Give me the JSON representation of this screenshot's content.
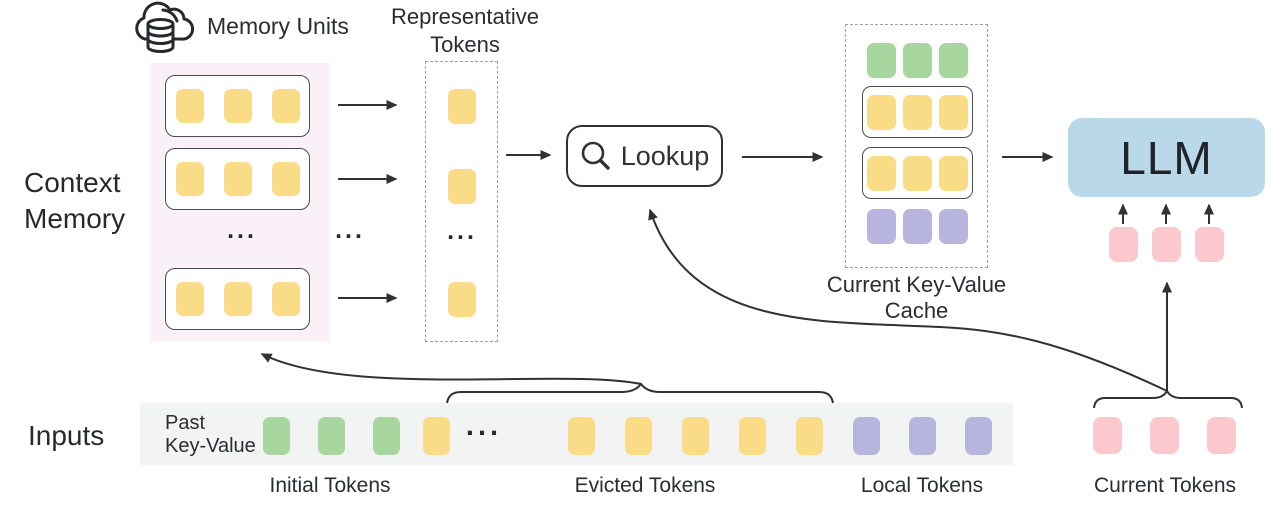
{
  "figure": {
    "memory_units_label": "Memory Units",
    "context_memory": {
      "line1": "Context",
      "line2": "Memory"
    },
    "representative_tokens": {
      "line1": "Representative",
      "line2": "Tokens"
    },
    "lookup_label": "Lookup",
    "cache_label": {
      "line1": "Current Key-Value",
      "line2": "Cache"
    },
    "llm_label": "LLM",
    "inputs_label": "Inputs",
    "past_kv": {
      "line1": "Past",
      "line2": "Key-Value"
    },
    "ellipsis": "...",
    "token_group_labels": [
      "Initial Tokens",
      "Evicted Tokens",
      "Local Tokens",
      "Current Tokens"
    ]
  },
  "colors": {
    "yellow": "#fadc87",
    "green": "#a7d79e",
    "purple": "#b7b5de",
    "pink": "#fbc9cd",
    "llm_blue": "#b9d9eb",
    "memory_panel_bg": "#faf0f8",
    "strip_bg": "#f1f4f2",
    "line": "#2f3337"
  },
  "tokens": {
    "memory_row": {
      "color": "yellow",
      "count": 3
    },
    "rep": {
      "color": "yellow",
      "count": 1
    },
    "cache_initial": {
      "color": "green",
      "count": 3
    },
    "cache_evicted": {
      "color": "yellow",
      "count": 3
    },
    "cache_local": {
      "color": "purple",
      "count": 3
    },
    "llm_current": {
      "color": "pink",
      "count": 3
    },
    "strip_initial": {
      "color": "green",
      "count": 3
    },
    "strip_evicted_head": {
      "color": "yellow",
      "count": 1
    },
    "strip_evicted_tail": {
      "color": "yellow",
      "count": 5
    },
    "strip_local": {
      "color": "purple",
      "count": 3
    },
    "strip_current": {
      "color": "pink",
      "count": 3
    }
  }
}
